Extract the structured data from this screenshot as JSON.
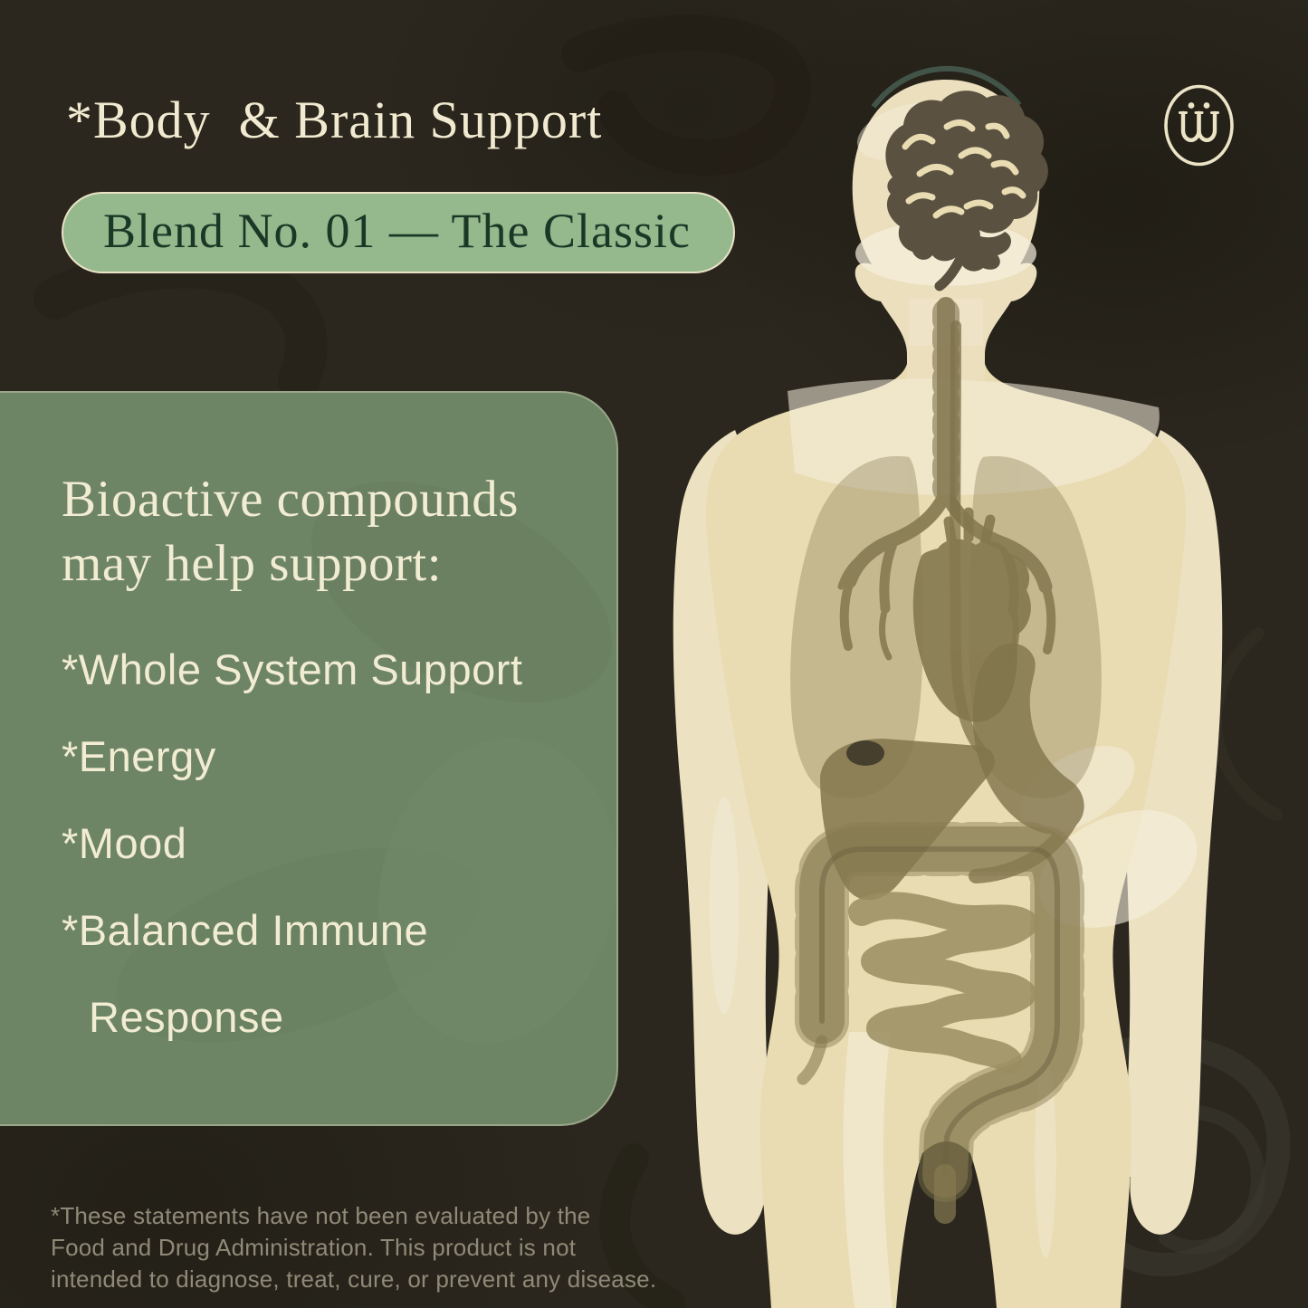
{
  "header": {
    "title": "*Body  & Brain Support"
  },
  "blend_badge": {
    "label": "Blend No. 01 — The Classic"
  },
  "benefits_panel": {
    "heading": "Bioactive compounds may help support:",
    "heading_lines": [
      "Bioactive compounds",
      "may help support:"
    ],
    "items": [
      "*Whole System Support",
      "*Energy",
      "*Mood",
      "*Balanced Immune Response"
    ]
  },
  "disclaimer": {
    "text": "*These statements have not been evaluated by the Food and Drug Administration. This product is not intended to diagnose, treat, cure, or prevent any disease.",
    "lines": [
      "*These statements have not been evaluated by the",
      "Food and Drug Administration. This product is not",
      "intended to diagnose, treat, cure, or prevent any disease."
    ]
  },
  "logo": {
    "description": "brand monogram of two joined U letterforms with umlaut dots inside an oval ring"
  },
  "illustration": {
    "description": "translucent human body silhouette showing brain, trachea, lungs, heart, liver, stomach and intestines"
  },
  "colors": {
    "background": "#2b271e",
    "panel_green": "#6d8465",
    "badge_green": "#95b88d",
    "badge_text": "#1b3826",
    "cream_text": "#f1ead0",
    "body_tan": "#e9dbb2",
    "organ_brown": "#7f744e",
    "disclaimer_text": "#8f8a77"
  }
}
